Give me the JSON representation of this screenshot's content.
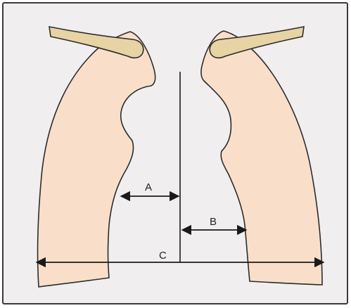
{
  "diagram": {
    "labels": {
      "a": "A",
      "b": "B",
      "c": "C"
    },
    "colors": {
      "background": "#f1eef0",
      "frame": "#3a3a3a",
      "lung_fill": "#f9dfc9",
      "lung_stroke": "#2c2c2c",
      "clavicle_fill": "#e7d3a4",
      "line": "#1a1a1a"
    }
  }
}
